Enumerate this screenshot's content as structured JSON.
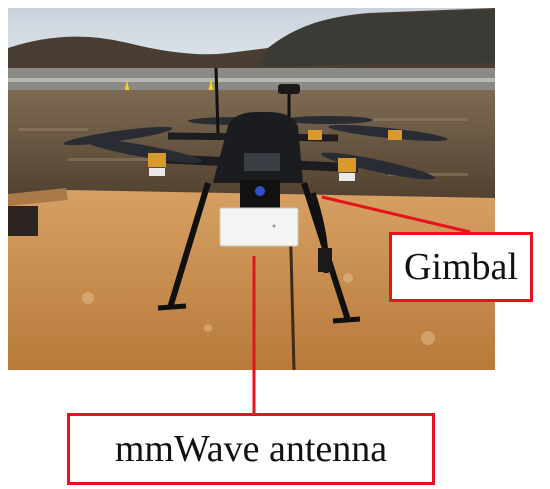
{
  "figure": {
    "photo_subject": "hexacopter drone with gimbal-mounted mmWave antenna on a wooden launch board in a field",
    "labels": {
      "gimbal": "Gimbal",
      "antenna": "mmWave antenna"
    },
    "colors": {
      "callout": "#e8121c",
      "label_text": "#111111",
      "board": "#c98d4b",
      "sky": "#d6dde6",
      "ground": "#6b5944",
      "drone_body": "#1b1c1f",
      "antenna_housing": "#f4f4f2"
    }
  }
}
